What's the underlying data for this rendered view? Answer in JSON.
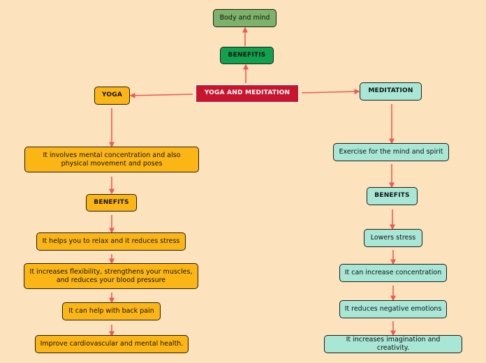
{
  "colors": {
    "background": "#fde3bd",
    "arrow": "#ec5a57",
    "orange": "#fbb615",
    "teal": "#a8e6d6",
    "green_light": "#7cb26a",
    "green_dark": "#10a24f",
    "central": "#c8152f"
  },
  "center": {
    "title": "YOGA AND MEDITATION",
    "benefits": "BENEFITIS",
    "body_mind": "Body and mind"
  },
  "yoga": {
    "title": "YOGA",
    "description": "It involves mental concentration and also physical movement and poses",
    "benefits_label": "BENEFITS",
    "benefits": [
      "It helps you to relax and it reduces stress",
      "It increases flexibility, strengthens your muscles, and reduces your blood pressure",
      "It can help with back pain",
      "Improve cardiovascular and mental health."
    ]
  },
  "meditation": {
    "title": "MEDITATION",
    "description": "Exercise for the mind and spirit",
    "benefits_label": "BENEFITS",
    "benefits": [
      "Lowers stress",
      "It can increase concentration",
      "It reduces negative emotions",
      "It increases imagination and creativity."
    ]
  }
}
